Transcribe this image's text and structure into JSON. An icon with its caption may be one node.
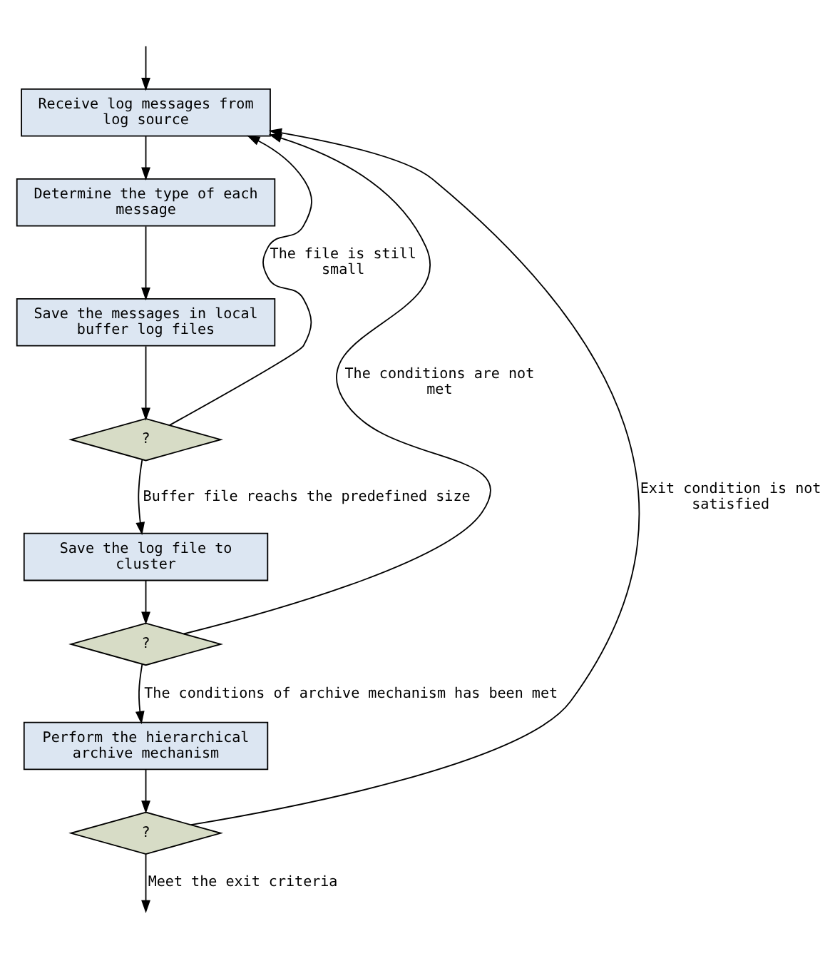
{
  "diagram": {
    "nodes": [
      {
        "text": [
          "Receive log messages from log source"
        ]
      },
      {
        "text": [
          "Determine the type of each message"
        ]
      },
      {
        "text": [
          "Save the messages in local buffer log files"
        ]
      },
      {
        "text": [
          "?"
        ]
      },
      {
        "text": [
          "Save the log file to cluster"
        ]
      },
      {
        "text": [
          "?"
        ]
      },
      {
        "text": [
          "Perform the hierarchical archive mechanism"
        ]
      },
      {
        "text": [
          "?"
        ]
      }
    ],
    "edges": [
      {
        "from": null,
        "to": 0,
        "arrow": "to"
      },
      {
        "from": 0,
        "to": 1,
        "arrow": "to"
      },
      {
        "from": 1,
        "to": 2,
        "arrow": "to"
      },
      {
        "from": 2,
        "to": 3,
        "arrow": "to"
      },
      {
        "from": 3,
        "to": 0,
        "arrow": "to",
        "label": "The file is still small"
      },
      {
        "from": 3,
        "to": 4,
        "arrow": "to",
        "label": "Buffer file reachs the predefined size"
      },
      {
        "from": 4,
        "to": 5,
        "arrow": "to"
      },
      {
        "from": 5,
        "to": 0,
        "arrow": "to",
        "label": "The conditions are not met"
      },
      {
        "from": 5,
        "to": 6,
        "arrow": "to",
        "label": "The conditions of archive mechanism has been met"
      },
      {
        "from": 6,
        "to": 7,
        "arrow": "to"
      },
      {
        "from": 7,
        "to": 0,
        "arrow": "to",
        "label": "Exit condition is not satisfied"
      },
      {
        "from": 7,
        "to": null,
        "arrow": "to",
        "label": "Meet the exit criteria"
      }
    ]
  }
}
